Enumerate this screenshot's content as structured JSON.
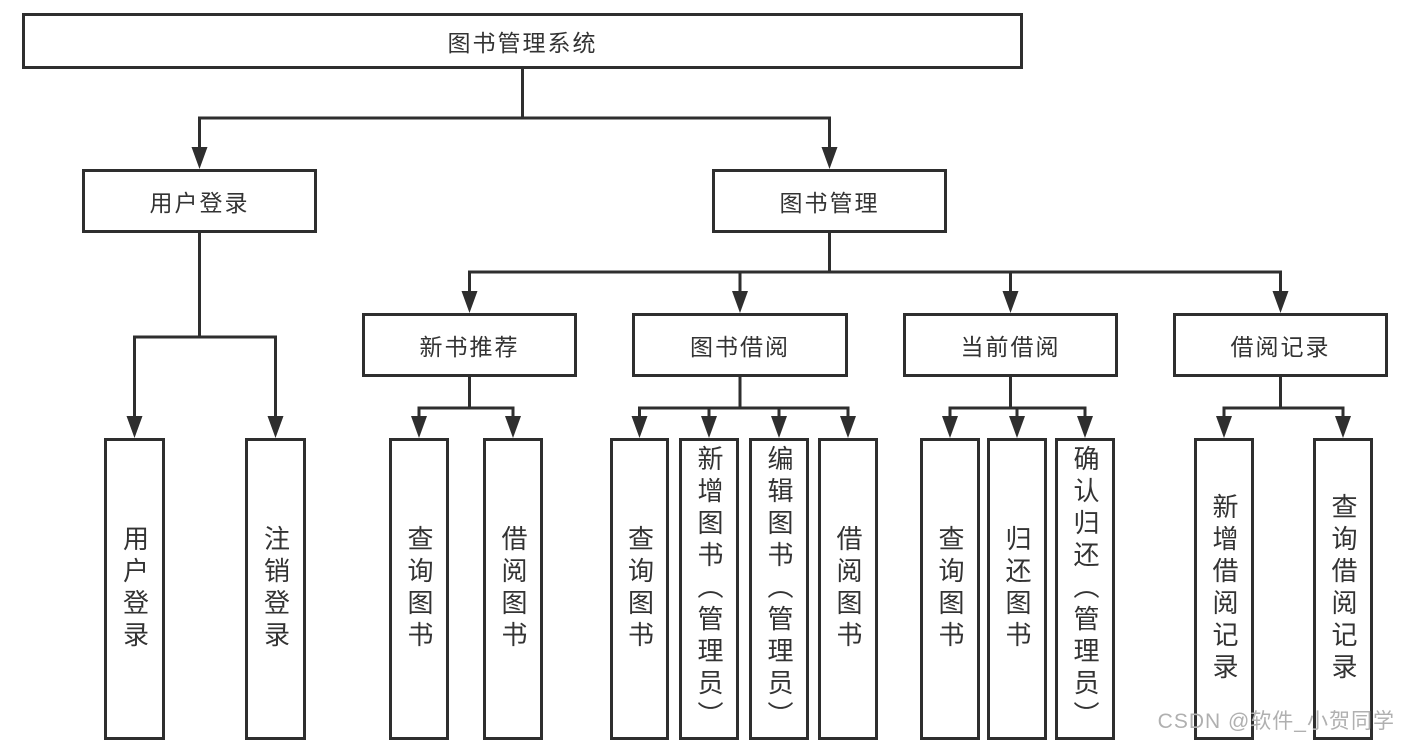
{
  "tree": {
    "label": "图书管理系统",
    "children": [
      {
        "label": "用户登录",
        "children": [
          {
            "label": "用户登录"
          },
          {
            "label": "注销登录"
          }
        ]
      },
      {
        "label": "图书管理",
        "children": [
          {
            "label": "新书推荐",
            "children": [
              {
                "label": "查询图书"
              },
              {
                "label": "借阅图书"
              }
            ]
          },
          {
            "label": "图书借阅",
            "children": [
              {
                "label": "查询图书"
              },
              {
                "label": "新增图书（管理员）"
              },
              {
                "label": "编辑图书（管理员）"
              },
              {
                "label": "借阅图书"
              }
            ]
          },
          {
            "label": "当前借阅",
            "children": [
              {
                "label": "查询图书"
              },
              {
                "label": "归还图书"
              },
              {
                "label": "确认归还（管理员）"
              }
            ]
          },
          {
            "label": "借阅记录",
            "children": [
              {
                "label": "新增借阅记录"
              },
              {
                "label": "查询借阅记录"
              }
            ]
          }
        ]
      }
    ]
  },
  "watermark": {
    "text": "CSDN @软件_小贺同学",
    "color": "#b0b0b0"
  },
  "colors": {
    "line": "#2e2e2e",
    "text": "#333333",
    "background": "#ffffff"
  }
}
